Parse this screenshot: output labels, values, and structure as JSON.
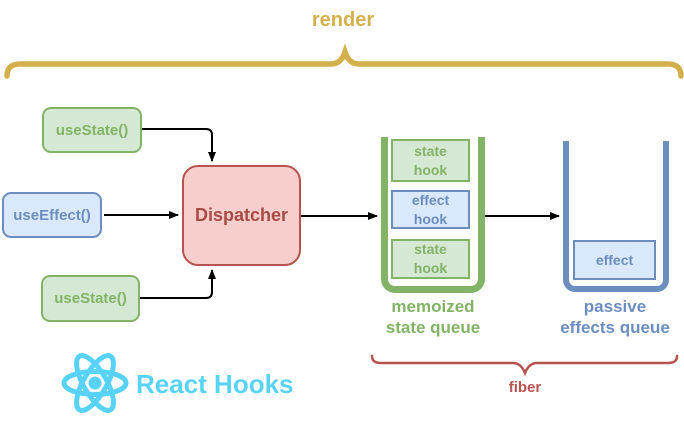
{
  "title": "React Hooks render pipeline diagram",
  "braces": {
    "render": {
      "label": "render"
    },
    "fiber": {
      "label": "fiber"
    }
  },
  "hook_calls": [
    {
      "id": "use-state-top",
      "label": "useState()",
      "kind": "state"
    },
    {
      "id": "use-effect",
      "label": "useEffect()",
      "kind": "effect"
    },
    {
      "id": "use-state-bottom",
      "label": "useState()",
      "kind": "state"
    }
  ],
  "dispatcher": {
    "label": "Dispatcher"
  },
  "memoized_state_queue": {
    "caption": "memoized\nstate queue",
    "items": [
      {
        "label": "state\nhook",
        "kind": "state"
      },
      {
        "label": "effect\nhook",
        "kind": "effect"
      },
      {
        "label": "state\nhook",
        "kind": "state"
      }
    ]
  },
  "passive_effects_queue": {
    "caption": "passive\neffects queue",
    "items": [
      {
        "label": "effect",
        "kind": "effect"
      }
    ]
  },
  "branding": {
    "logo_icon": "react-atom-logo",
    "label": "React Hooks"
  },
  "colors": {
    "state_fill": "#d5e8d4",
    "state_stroke": "#82b366",
    "effect_fill": "#dae8fc",
    "effect_stroke": "#6c8ebf",
    "dispatcher_fill": "#f8cecc",
    "dispatcher_stroke": "#b85450",
    "dispatcher_text": "#a84b45",
    "render_gold": "#d4b04c",
    "fiber_red": "#b85450",
    "react_cyan": "#58d3f7",
    "arrow_black": "#000000"
  }
}
